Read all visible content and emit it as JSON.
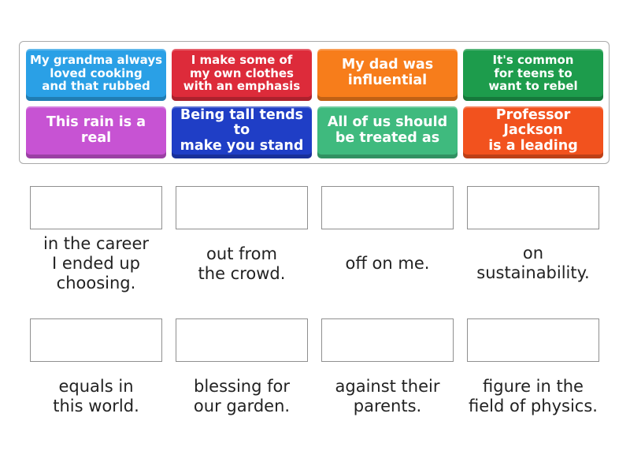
{
  "tiles": [
    {
      "text": "My grandma always\nloved cooking\nand that rubbed",
      "color": "#2aa0e6"
    },
    {
      "text": "I make some of\nmy own clothes\nwith an emphasis",
      "color": "#dd2b3a"
    },
    {
      "text": "My dad was\ninfluential",
      "color": "#f77d1b"
    },
    {
      "text": "It's common\nfor teens to\nwant to rebel",
      "color": "#1d9c4c"
    },
    {
      "text": "This rain is a real",
      "color": "#c753d3"
    },
    {
      "text": "Being tall tends to\nmake you stand",
      "color": "#1f3ec6"
    },
    {
      "text": "All of us should\nbe treated as",
      "color": "#3fba7e"
    },
    {
      "text": "Professor Jackson\nis a leading",
      "color": "#f2521e"
    }
  ],
  "endings": [
    "in the career\nI ended up\nchoosing.",
    "out from\nthe crowd.",
    "off on me.",
    "on\nsustainability.",
    "equals in\nthis world.",
    "blessing for\nour garden.",
    "against their\nparents.",
    "figure in the\nfield of physics."
  ]
}
